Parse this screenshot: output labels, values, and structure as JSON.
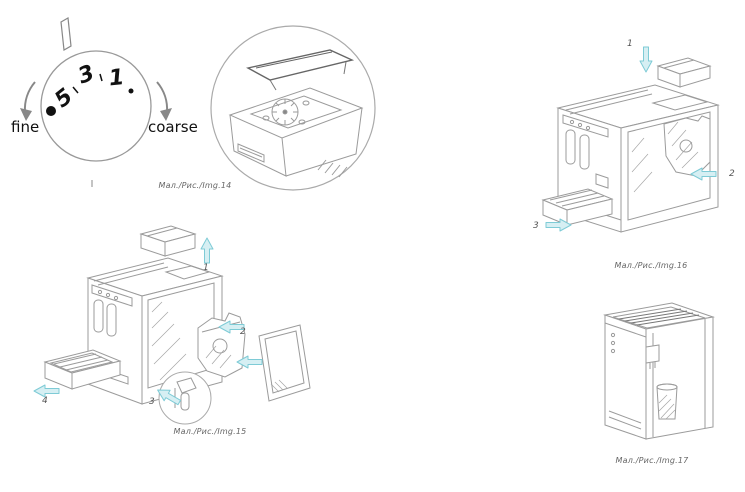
{
  "page": {
    "background": "#ffffff",
    "illustration_line_color": "#9b9b9b",
    "arrow_fill": "#d6eff3",
    "arrow_stroke": "#7ecbd6",
    "caption_color": "#666666",
    "text_color": "#111111"
  },
  "fig14": {
    "caption": "Мал./Рис./Img.14",
    "dial": {
      "numbers": [
        "5",
        "3",
        "1"
      ],
      "label_left": "fine",
      "label_right": "coarse"
    }
  },
  "fig15": {
    "caption": "Мал./Рис./Img.15",
    "callouts": [
      "1",
      "2",
      "3",
      "4"
    ]
  },
  "fig16": {
    "caption": "Мал./Рис./Img.16",
    "callouts": [
      "1",
      "2",
      "3"
    ]
  },
  "fig17": {
    "caption": "Мал./Рис./Img.17"
  }
}
